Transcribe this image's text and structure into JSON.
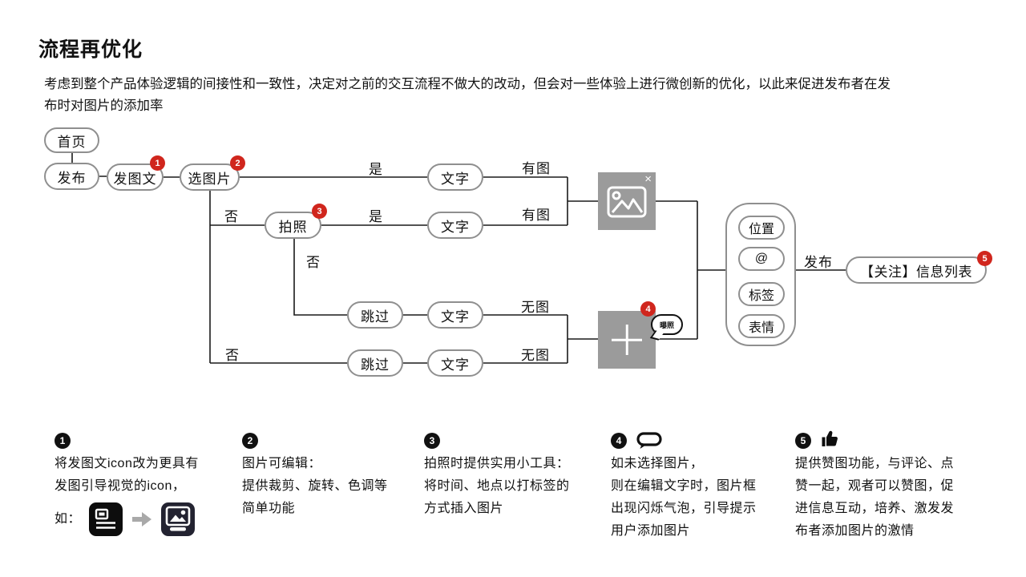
{
  "page": {
    "title": "流程再优化",
    "description_lines": [
      "考虑到整个产品体验逻辑的间接性和一致性，决定对之前的交互流程不做大的改动，但会对一些体验上进行微创新的优化，以此来促进发布者在发",
      "布时对图片的添加率"
    ]
  },
  "colors": {
    "badge_red": "#d0261d",
    "note_badge_black": "#111111",
    "box_gray": "#9b9b9b",
    "node_border_gray": "#8f8f8f",
    "ink": "#111111"
  },
  "flow": {
    "nodes": {
      "home": "首页",
      "publish": "发布",
      "post": "发图文",
      "pick": "选图片",
      "camera": "拍照",
      "text": "文字",
      "skip": "跳过",
      "feed": "【关注】信息列表"
    },
    "toolbar": {
      "location": "位置",
      "mention": "@",
      "tag": "标签",
      "emoji": "表情"
    },
    "labels": {
      "yes": "是",
      "no": "否",
      "has_image": "有图",
      "no_image": "无图",
      "publish_action": "发布",
      "bubble": "曝照"
    },
    "icons": {
      "close": "×"
    },
    "badge_numbers": [
      "1",
      "2",
      "3",
      "4",
      "5"
    ]
  },
  "annotations": [
    {
      "num": "1",
      "lines": [
        "将发图文icon改为更具有",
        "发图引导视觉的icon，",
        "如："
      ]
    },
    {
      "num": "2",
      "lines": [
        "图片可编辑：",
        "提供裁剪、旋转、色调等",
        "简单功能"
      ]
    },
    {
      "num": "3",
      "lines": [
        "拍照时提供实用小工具：",
        "将时间、地点以打标签的",
        "方式插入图片"
      ]
    },
    {
      "num": "4",
      "lines": [
        "如未选择图片，",
        "则在编辑文字时，图片框",
        "出现闪烁气泡，引导提示",
        "用户添加图片"
      ]
    },
    {
      "num": "5",
      "lines": [
        "提供赞图功能，与评论、点",
        "赞一起，观者可以赞图，促",
        "进信息互动，培养、激发发",
        "布者添加图片的激情"
      ]
    }
  ]
}
